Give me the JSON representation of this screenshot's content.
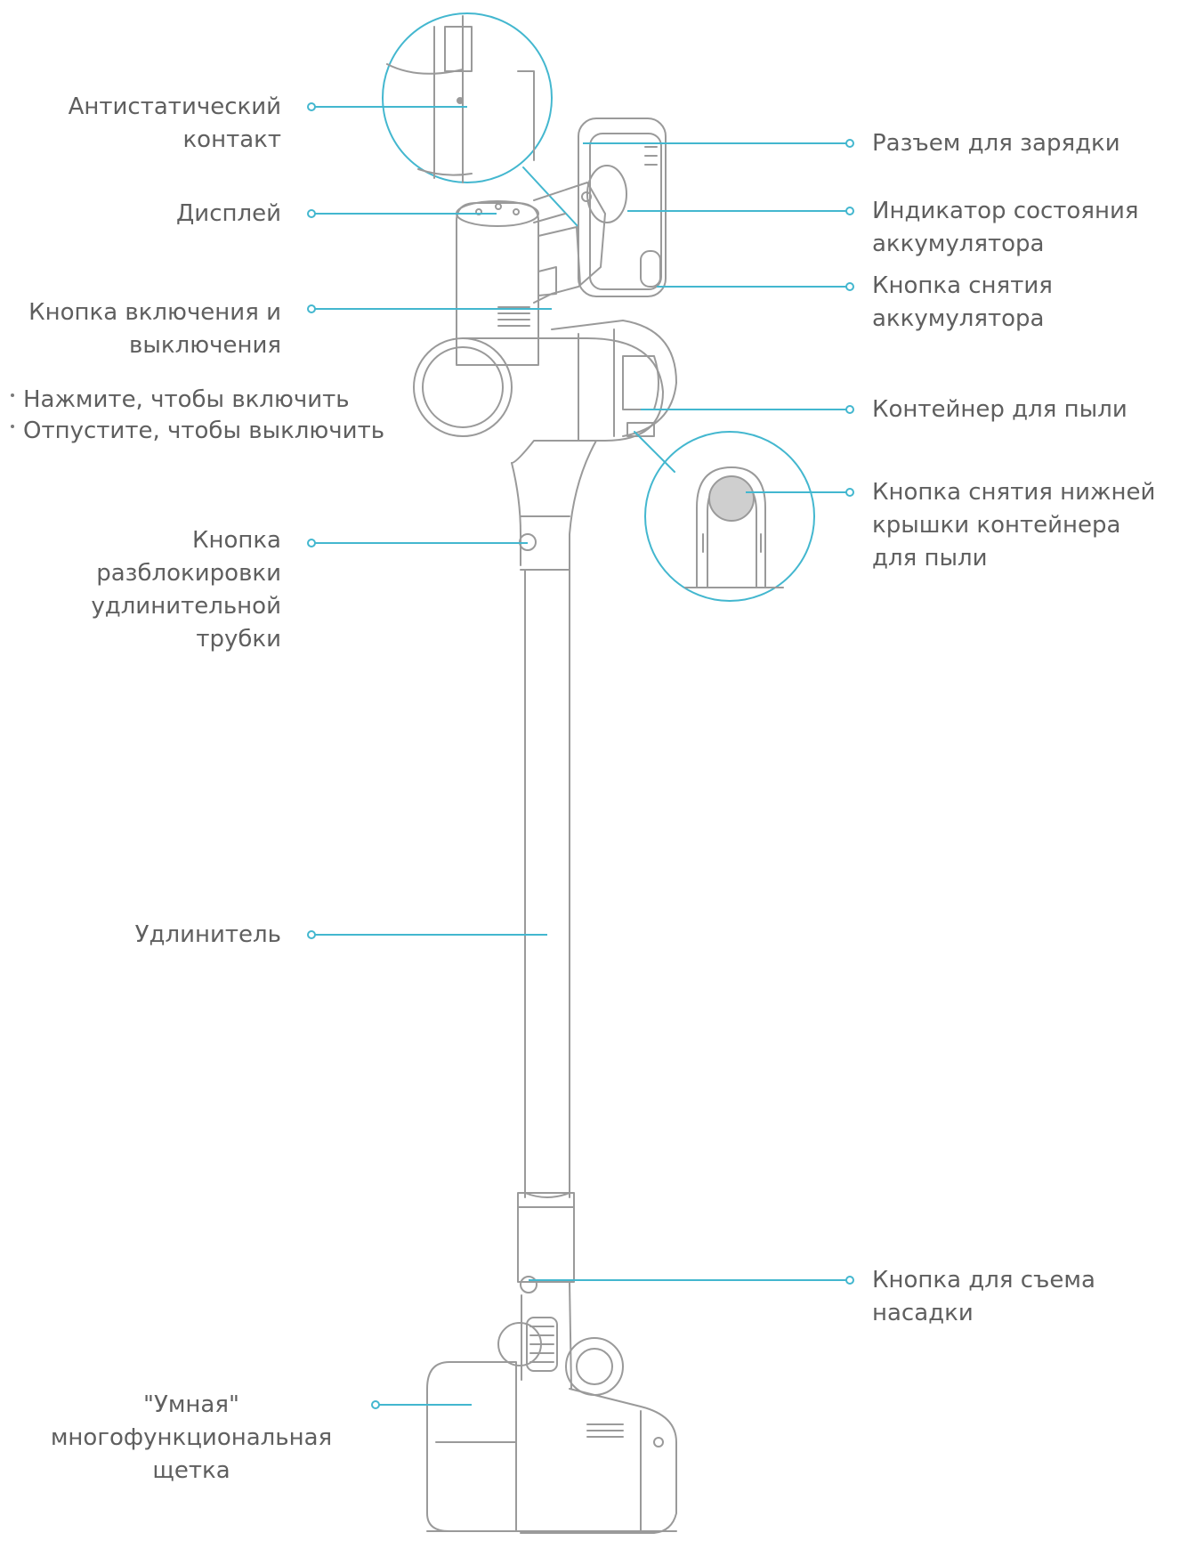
{
  "colors": {
    "accent": "#43b7cf",
    "line": "#9a9a9a",
    "text": "#5f5f5f"
  },
  "labels": {
    "antistatic": [
      "Антистатический",
      "контакт"
    ],
    "display": [
      "Дисплей"
    ],
    "power_button": [
      "Кнопка включения и",
      "выключения"
    ],
    "power_notes": [
      "Нажмите, чтобы включить",
      "Отпустите, чтобы выключить"
    ],
    "tube_release": [
      "Кнопка",
      "разблокировки",
      "удлинительной",
      "трубки"
    ],
    "extension": [
      "Удлинитель"
    ],
    "smart_brush": [
      "\"Умная\"",
      "многофункциональная",
      "щетка"
    ],
    "charging_port": [
      "Разъем для зарядки"
    ],
    "battery_indicator": [
      "Индикатор состояния",
      "аккумулятора"
    ],
    "battery_release": [
      "Кнопка снятия",
      "аккумулятора"
    ],
    "dust_container": [
      "Контейнер для пыли"
    ],
    "lid_release": [
      "Кнопка снятия нижней",
      "крышки контейнера",
      "для пыли"
    ],
    "brush_release": [
      "Кнопка для съема",
      "насадки"
    ]
  }
}
